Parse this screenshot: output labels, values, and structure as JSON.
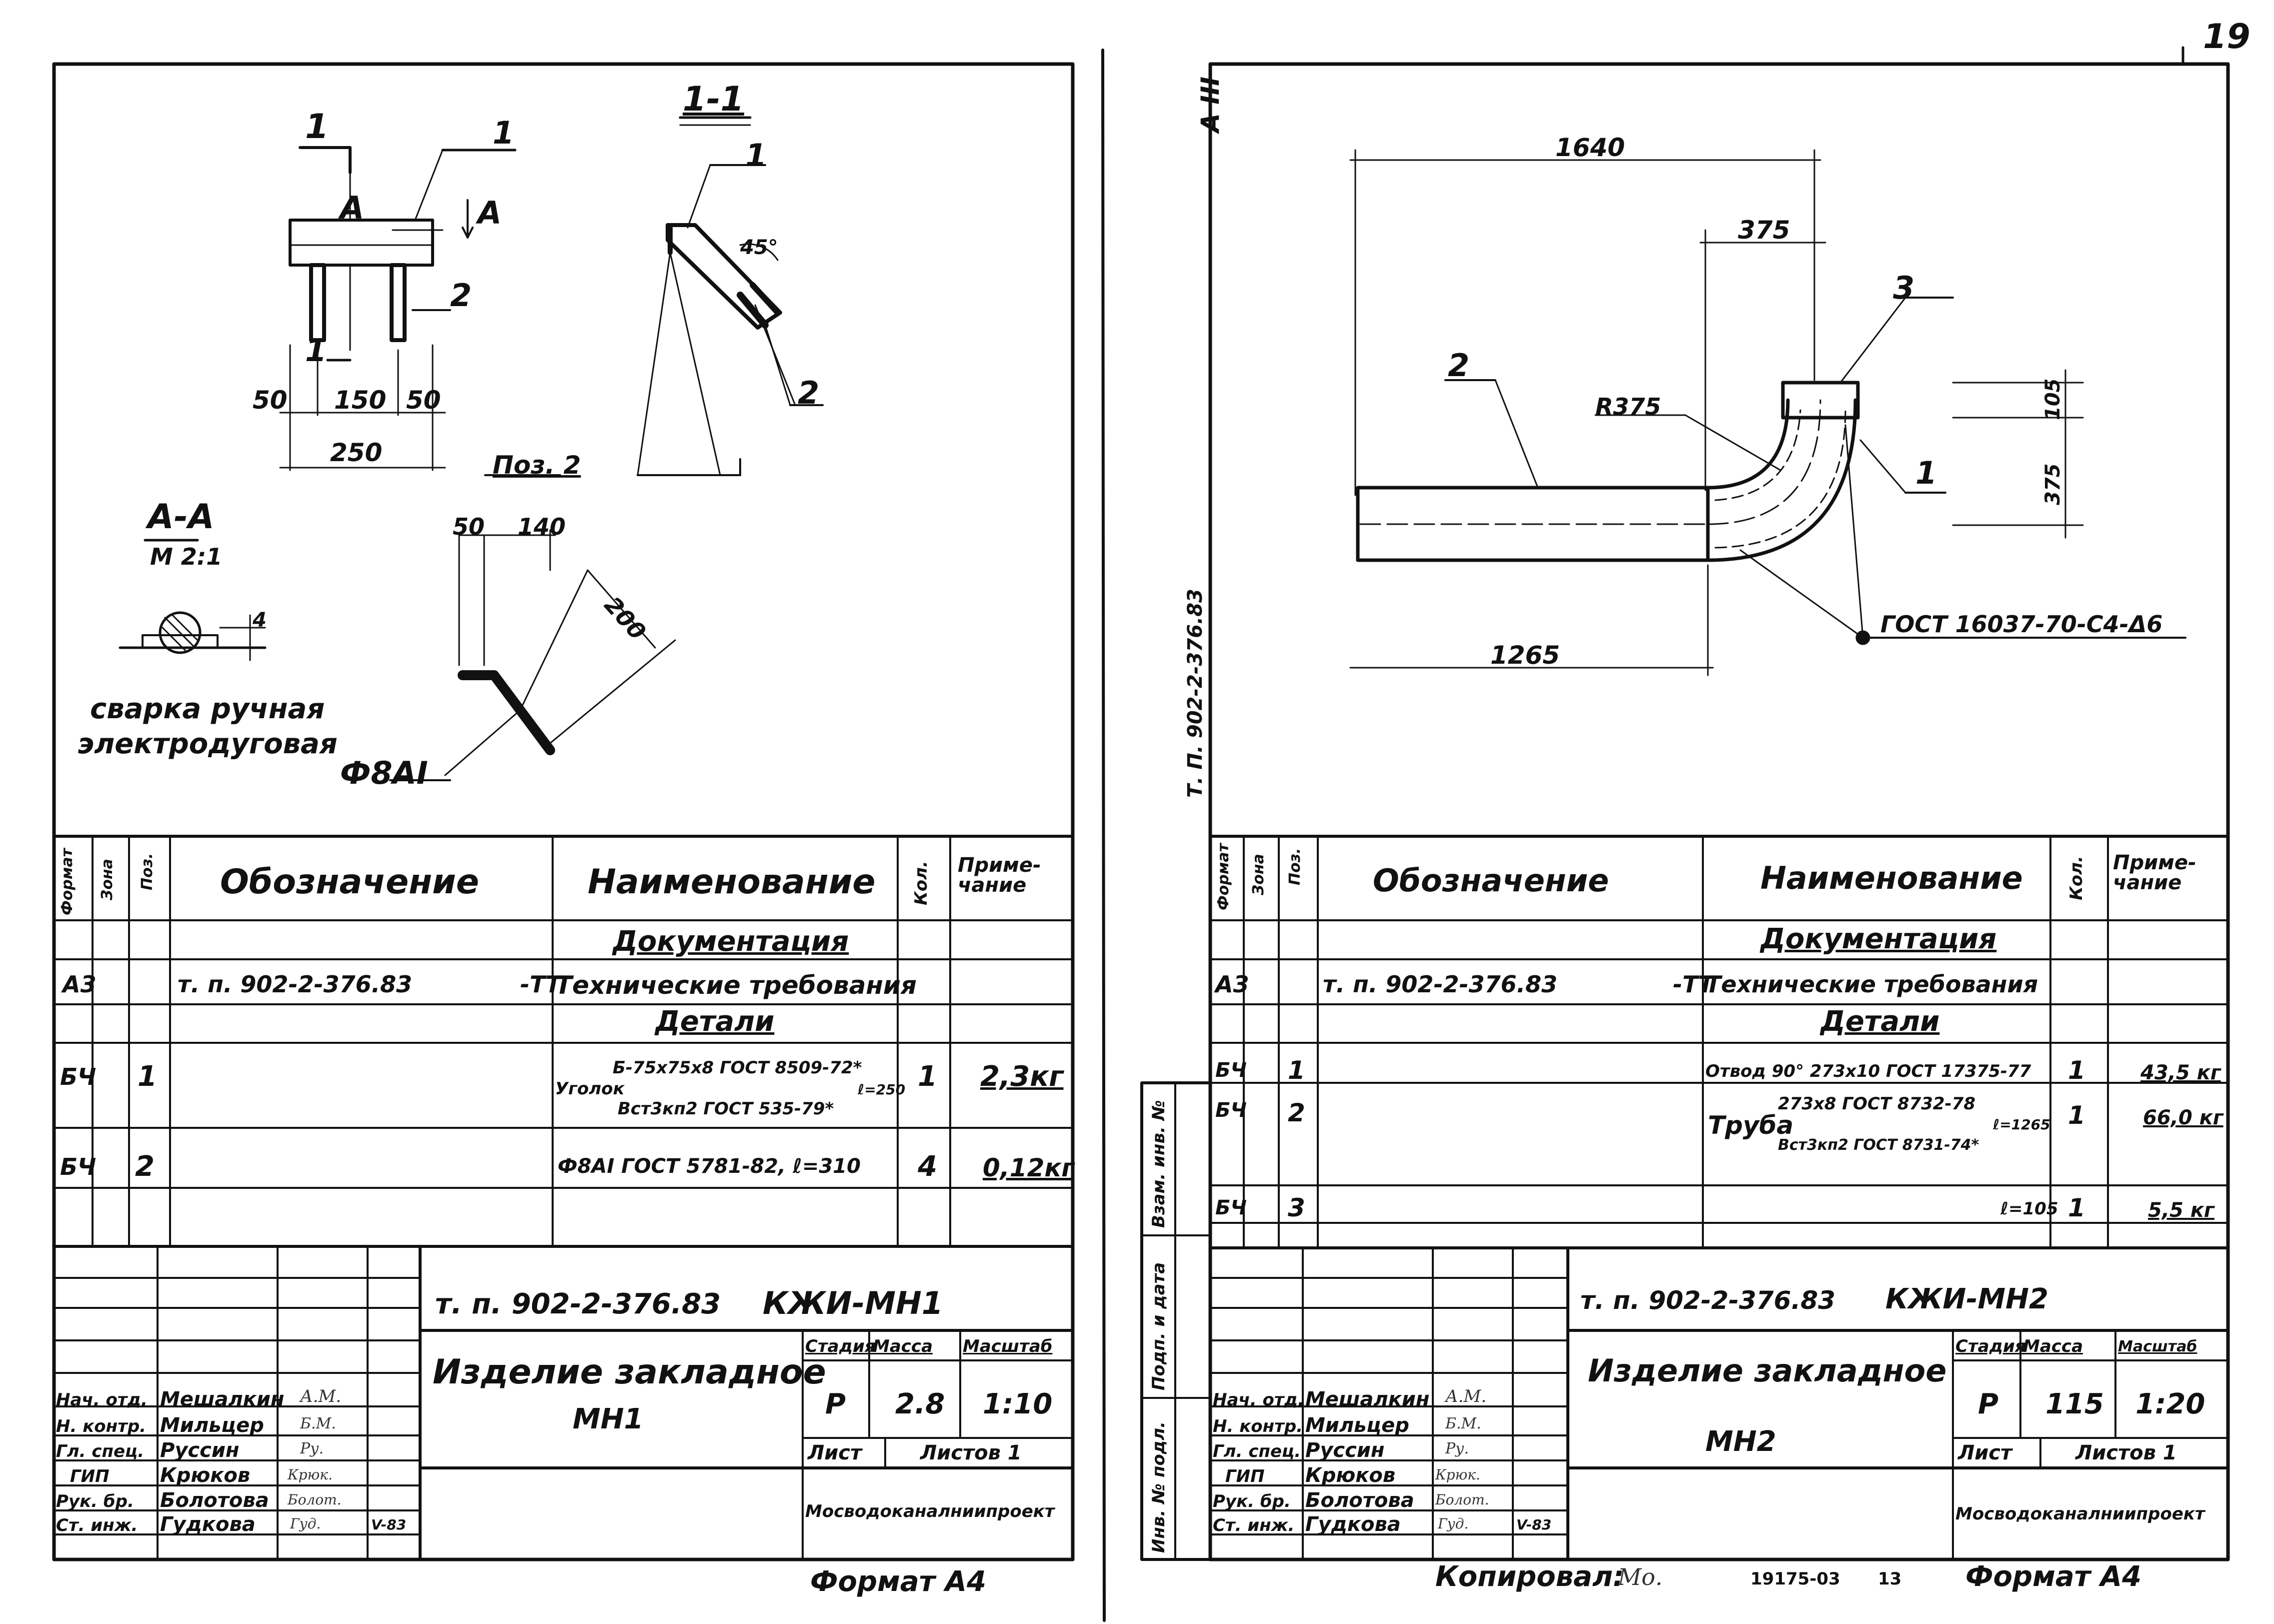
{
  "page_number": "19",
  "stamp_top": "A III",
  "left_sheet": {
    "drawing": {
      "section_mark": "1",
      "section_title": "1-1",
      "view_mark": "A",
      "pos1": "1",
      "pos2": "2",
      "dims": {
        "d50": "50",
        "d150": "150",
        "d50b": "50",
        "d250": "250",
        "d50c": "50",
        "d140": "140",
        "d200": "200",
        "ang45": "45°"
      },
      "poz2_label": "Поз. 2",
      "section_aa": "А-А",
      "scale_aa": "М 2:1",
      "weld_size": "4",
      "weld_note": [
        "сварка ручная",
        "электродуговая"
      ],
      "rebar": "Ф8АI"
    },
    "spec": {
      "headers": {
        "format": "Формат",
        "zone": "Зона",
        "pos": "Поз.",
        "designation": "Обозначение",
        "name": "Наименование",
        "qty": "Кол.",
        "note": "Приме-чание"
      },
      "rows": [
        {
          "format": "",
          "pos": "",
          "designation": "",
          "name": "Документация",
          "qty": "",
          "note": "",
          "heading": true
        },
        {
          "format": "А3",
          "pos": "",
          "designation": "т. п. 902-2-376.83",
          "code": "-ТТ",
          "name": "Технические требования",
          "qty": "",
          "note": ""
        },
        {
          "format": "",
          "pos": "",
          "designation": "",
          "name": "Детали",
          "qty": "",
          "note": "",
          "heading": true
        },
        {
          "format": "БЧ",
          "pos": "1",
          "designation": "",
          "name_prefix": "Уголок",
          "name_top": "Б-75х75х8 ГОСТ 8509-72*",
          "name_bottom": "Вст3кп2 ГОСТ 535-79*",
          "name_suffix": "ℓ=250",
          "qty": "1",
          "note": "2,3кг"
        },
        {
          "format": "БЧ",
          "pos": "2",
          "designation": "",
          "name": "Ф8АI ГОСТ 5781-82, ℓ=310",
          "qty": "4",
          "note": "0,12кг"
        }
      ]
    },
    "title": {
      "code": "т. п. 902-2-376.83",
      "sheet_code": "КЖИ-МН1",
      "item": "Изделие закладное",
      "item_mark": "МН1",
      "stage_label": "Стадия",
      "mass_label": "Масса",
      "scale_label": "Масштаб",
      "stage": "Р",
      "mass": "2.8",
      "scale": "1:10",
      "sheet_label": "Лист",
      "sheets_label": "Листов 1",
      "org": "Мосводоканалниипроект",
      "staff": [
        {
          "role": "Нач. отд.",
          "name": "Мешалкин",
          "sign": "А.М."
        },
        {
          "role": "Н. контр.",
          "name": "Мильцер",
          "sign": "Б.М."
        },
        {
          "role": "Гл. спец.",
          "name": "Руссин",
          "sign": "Ру."
        },
        {
          "role": "ГИП",
          "name": "Крюков",
          "sign": "Крюк."
        },
        {
          "role": "Рук. бр.",
          "name": "Болотова",
          "sign": "Болот."
        },
        {
          "role": "Ст. инж.",
          "name": "Гудкова",
          "sign": "Гуд.",
          "date": "V-83"
        }
      ]
    },
    "format_label": "Формат А4"
  },
  "right_sheet": {
    "drawing": {
      "d1640": "1640",
      "d375": "375",
      "d1265": "1265",
      "r375": "R375",
      "d105": "105",
      "d375v": "375",
      "pos1": "1",
      "pos2": "2",
      "pos3": "3",
      "weld": "ГОСТ 16037-70-С4-Δ6"
    },
    "side_code": "Т. П. 902-2-376.83",
    "stamp_labels": [
      "Взам. инв. №",
      "Подп. и дата",
      "Инв. № подл."
    ],
    "spec": {
      "headers": {
        "format": "Формат",
        "zone": "Зона",
        "pos": "Поз.",
        "designation": "Обозначение",
        "name": "Наименование",
        "qty": "Кол.",
        "note": "Приме-чание"
      },
      "rows": [
        {
          "format": "",
          "pos": "",
          "designation": "",
          "name": "Документация",
          "qty": "",
          "note": "",
          "heading": true
        },
        {
          "format": "А3",
          "pos": "",
          "designation": "т. п. 902-2-376.83",
          "code": "-ТТ",
          "name": "Технические требования",
          "qty": "",
          "note": ""
        },
        {
          "format": "",
          "pos": "",
          "designation": "",
          "name": "Детали",
          "qty": "",
          "note": "",
          "heading": true
        },
        {
          "format": "БЧ",
          "pos": "1",
          "designation": "",
          "name": "Отвод 90° 273х10 ГОСТ 17375-77",
          "qty": "1",
          "note": "43,5 кг"
        },
        {
          "format": "БЧ",
          "pos": "2",
          "designation": "",
          "name_prefix": "Труба",
          "name_top": "273х8 ГОСТ 8732-78",
          "name_bottom": "Вст3кп2 ГОСТ 8731-74*",
          "name_suffix": "ℓ=1265",
          "qty": "1",
          "note": "66,0 кг"
        },
        {
          "format": "БЧ",
          "pos": "3",
          "designation": "",
          "name": "ℓ=105",
          "qty": "1",
          "note": "5,5 кг"
        }
      ]
    },
    "title": {
      "code": "т. п. 902-2-376.83",
      "sheet_code": "КЖИ-МН2",
      "item": "Изделие закладное",
      "item_mark": "МН2",
      "stage_label": "Стадия",
      "mass_label": "Масса",
      "scale_label": "Масштаб",
      "stage": "Р",
      "mass": "115",
      "scale": "1:20",
      "sheet_label": "Лист",
      "sheets_label": "Листов 1",
      "org": "Мосводоканалниипроект",
      "staff": [
        {
          "role": "Нач. отд.",
          "name": "Мешалкин",
          "sign": "А.М."
        },
        {
          "role": "Н. контр.",
          "name": "Мильцер",
          "sign": "Б.М."
        },
        {
          "role": "Гл. спец.",
          "name": "Руссин",
          "sign": "Ру."
        },
        {
          "role": "ГИП",
          "name": "Крюков",
          "sign": "Крюк."
        },
        {
          "role": "Рук. бр.",
          "name": "Болотова",
          "sign": "Болот."
        },
        {
          "role": "Ст. инж.",
          "name": "Гудкова",
          "sign": "Гуд.",
          "date": "V-83"
        }
      ]
    },
    "copied_by": "Копировал:",
    "copied_sign": "Мо.",
    "inventory": "19175-03",
    "inventory_page": "13",
    "format_label": "Формат А4"
  }
}
